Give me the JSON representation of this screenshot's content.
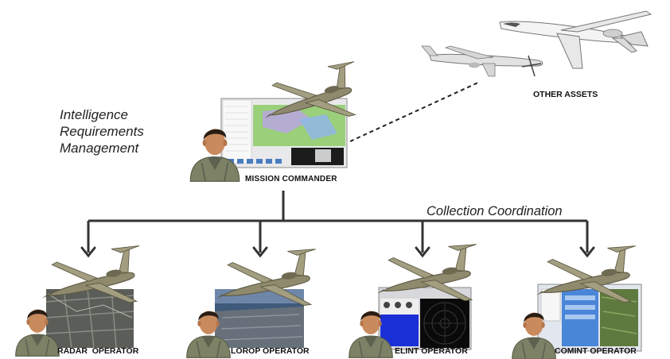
{
  "diagram": {
    "left_caption": [
      "Intelligence",
      "Requirements",
      "Management"
    ],
    "coordination_label": "Collection Coordination",
    "commander_label": "MISSION COMMANDER",
    "other_assets_label": "OTHER ASSETS",
    "operators": [
      {
        "label": "RADAR  OPERATOR",
        "display": "radar-imagery"
      },
      {
        "label": "LOROP OPERATOR",
        "display": "lorop-imagery"
      },
      {
        "label": "ELINT OPERATOR",
        "display": "elint-scope"
      },
      {
        "label": "COMINT OPERATOR",
        "display": "comint-panels"
      }
    ],
    "colors": {
      "line": "#333333",
      "skin": "#c98a5e",
      "hair": "#2a1d14",
      "uniform": "#7d8166",
      "aircraft": "#8f8a6d"
    }
  }
}
